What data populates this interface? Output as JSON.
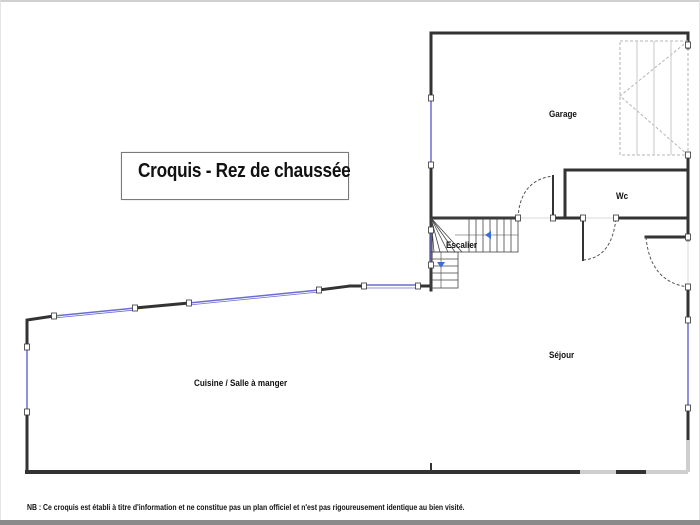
{
  "title": "Croquis - Rez de chaussée",
  "rooms": {
    "garage": "Garage",
    "wc": "Wc",
    "escalier": "Escalier",
    "sejour": "Séjour",
    "cuisine": "Cuisine / Salle à manger"
  },
  "footnote": "NB : Ce croquis est établi à titre d'information et ne constitue pas un plan officiel et n'est pas rigoureusement identique au bien visité.",
  "colors": {
    "wall": "#333333",
    "window": "#6b6bd6",
    "dashed": "#9a9a9a",
    "stair_arrow": "#3a6fd8"
  }
}
